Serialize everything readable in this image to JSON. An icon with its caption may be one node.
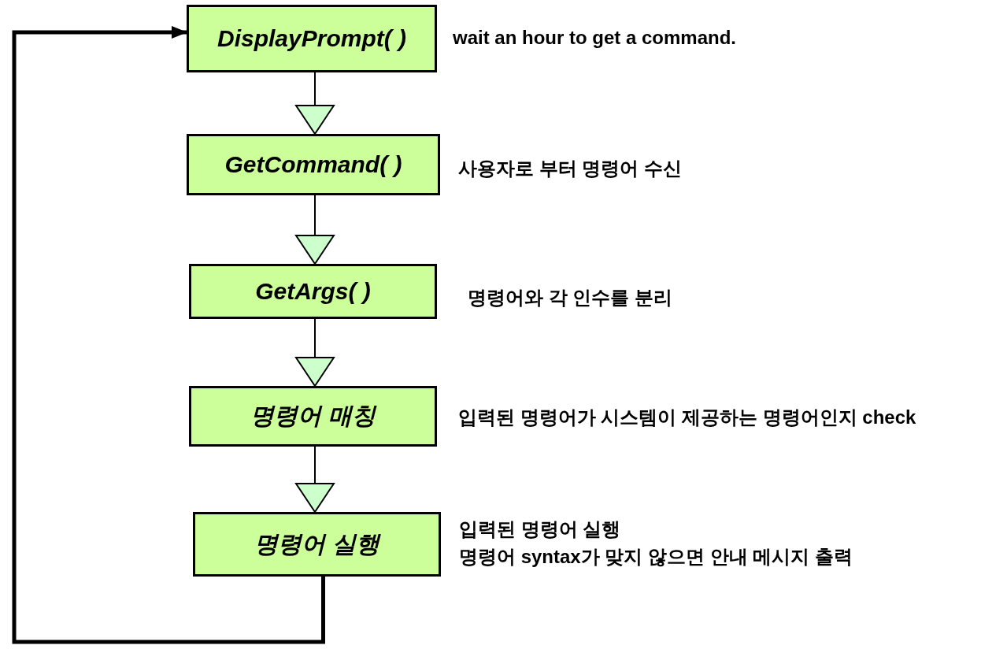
{
  "diagram": {
    "nodes": [
      {
        "text": [
          "DisplayPrompt( )"
        ],
        "beside": [
          "wait an hour to get a command."
        ]
      },
      {
        "text": [
          "GetCommand( )"
        ],
        "beside": [
          "사용자로 부터 명령어 수신"
        ]
      },
      {
        "text": [
          "GetArgs( )"
        ],
        "beside": [
          "명령어와 각 인수를 분리"
        ]
      },
      {
        "text": [
          "명령어 매칭"
        ],
        "beside": [
          "입력된 명령어가 시스템이 제공하는 명령어인지 check"
        ]
      },
      {
        "text": [
          "명령어 실행"
        ],
        "beside": [
          "입력된 명령어 실행",
          "명령어 syntax가 맞지 않으면 안내 메시지 출력"
        ]
      }
    ],
    "edges": [
      {
        "from": 0,
        "to": 1,
        "arrow": "to"
      },
      {
        "from": 1,
        "to": 2,
        "arrow": "to"
      },
      {
        "from": 2,
        "to": 3,
        "arrow": "to"
      },
      {
        "from": 3,
        "to": 4,
        "arrow": "to"
      },
      {
        "from": 4,
        "to": 0,
        "arrow": "to",
        "style": "thick"
      }
    ]
  }
}
